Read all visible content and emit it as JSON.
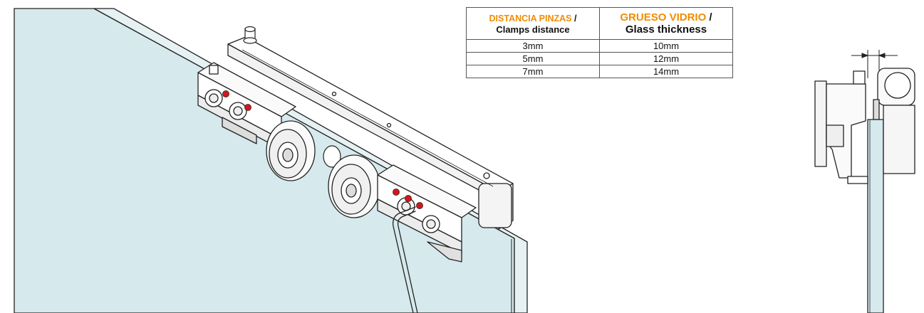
{
  "table": {
    "headers": [
      {
        "es": "DISTANCIA PINZAS",
        "sep": " /",
        "en": "Clamps distance"
      },
      {
        "es": "GRUESO VIDRIO",
        "sep": " /",
        "en": "Glass thickness"
      }
    ],
    "rows": [
      [
        "3mm",
        "10mm"
      ],
      [
        "5mm",
        "12mm"
      ],
      [
        "7mm",
        "14mm"
      ]
    ]
  },
  "colors": {
    "glass": "#d6e9ed",
    "outline": "#222222",
    "accent_text": "#f28c00",
    "marker_red": "#d8141c"
  },
  "icons": [
    "allen-key-icon",
    "roller-wheel-icon",
    "dimension-arrow-icon"
  ]
}
